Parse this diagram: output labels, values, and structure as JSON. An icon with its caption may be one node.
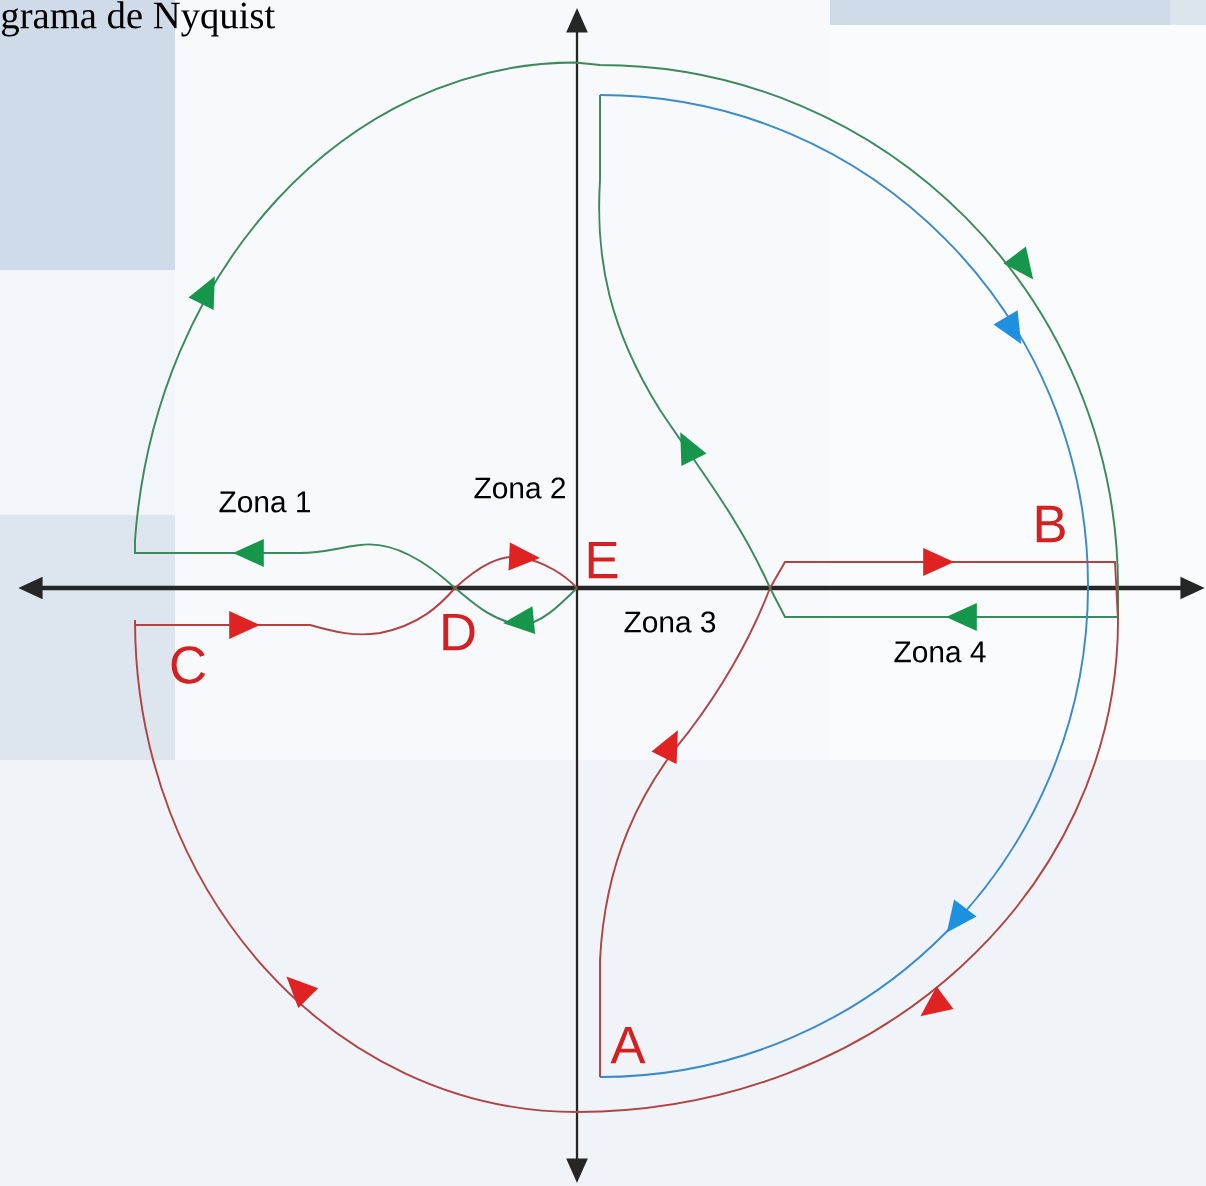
{
  "diagram": {
    "title": "grama de Nyquist",
    "labels": [
      "Zona 1",
      "Zona 2",
      "B",
      "E",
      "D",
      "Zona 3",
      "C",
      "Zona 4",
      "A"
    ]
  }
}
